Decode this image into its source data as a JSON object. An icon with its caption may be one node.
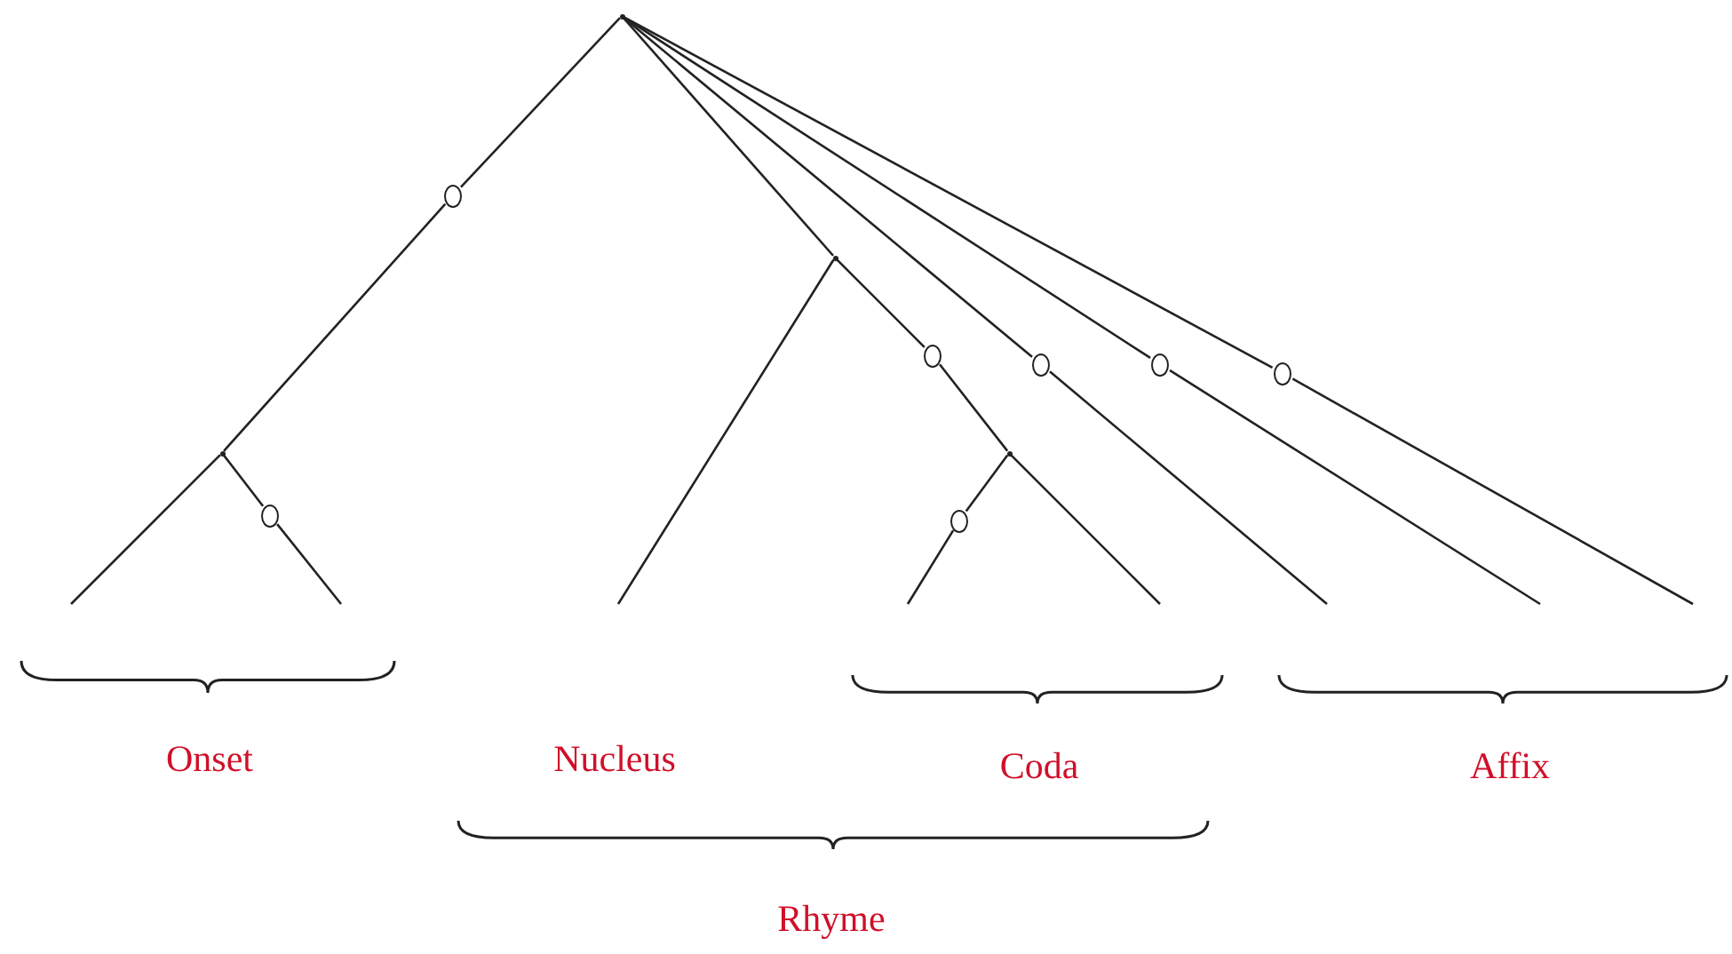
{
  "diagram": {
    "nodes": [
      {
        "text": [],
        "shape": "point"
      },
      {
        "text": [],
        "shape": "circle"
      },
      {
        "text": [],
        "shape": "point"
      },
      {
        "text": [],
        "shape": "circle"
      },
      {
        "text": [],
        "shape": "circle"
      },
      {
        "text": [],
        "shape": "circle"
      },
      {
        "text": [],
        "shape": "circle"
      },
      {
        "text": [],
        "shape": "point"
      },
      {
        "text": [],
        "shape": "point"
      },
      {
        "text": [],
        "shape": "circle"
      },
      {
        "text": [],
        "shape": "circle"
      }
    ],
    "edges": [
      {
        "from": 0,
        "to": 1,
        "arrow": "none"
      },
      {
        "from": 1,
        "to": 7,
        "arrow": "none"
      },
      {
        "from": 7,
        "to": null,
        "arrow": "none"
      },
      {
        "from": 7,
        "to": 9,
        "arrow": "none"
      },
      {
        "from": 9,
        "to": null,
        "arrow": "none"
      },
      {
        "from": 0,
        "to": 2,
        "arrow": "none"
      },
      {
        "from": 2,
        "to": null,
        "arrow": "none"
      },
      {
        "from": 2,
        "to": 3,
        "arrow": "none"
      },
      {
        "from": 3,
        "to": 8,
        "arrow": "none"
      },
      {
        "from": 8,
        "to": 10,
        "arrow": "none"
      },
      {
        "from": 10,
        "to": null,
        "arrow": "none"
      },
      {
        "from": 8,
        "to": null,
        "arrow": "none"
      },
      {
        "from": 0,
        "to": 4,
        "arrow": "none"
      },
      {
        "from": 4,
        "to": null,
        "arrow": "none"
      },
      {
        "from": 0,
        "to": 5,
        "arrow": "none"
      },
      {
        "from": 5,
        "to": null,
        "arrow": "none"
      },
      {
        "from": 0,
        "to": 6,
        "arrow": "none"
      },
      {
        "from": 6,
        "to": null,
        "arrow": "none"
      }
    ],
    "labels": [
      "Onset",
      "Nucleus",
      "Coda",
      "Affix",
      "Rhyme"
    ]
  }
}
